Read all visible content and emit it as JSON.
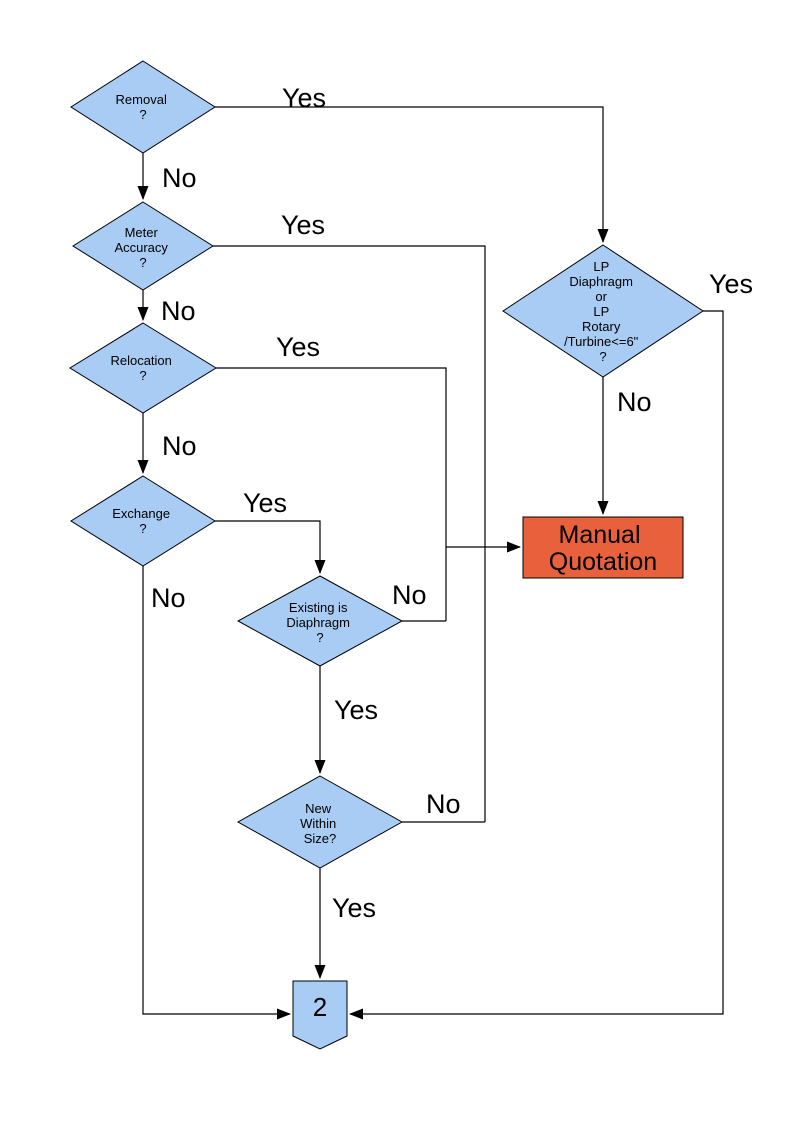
{
  "flowchart": {
    "colors": {
      "decision_fill": "#A8CCF4",
      "terminal_fill": "#E8613C",
      "connector_fill": "#A8CCF4",
      "line": "#000000",
      "text": "#000000",
      "background": "#FFFFFF"
    },
    "nodes": {
      "removal": {
        "type": "decision",
        "lines": [
          "Removal",
          "?"
        ]
      },
      "meter_accuracy": {
        "type": "decision",
        "lines": [
          "Meter",
          "Accuracy",
          "?"
        ]
      },
      "relocation": {
        "type": "decision",
        "lines": [
          "Relocation",
          "?"
        ]
      },
      "exchange": {
        "type": "decision",
        "lines": [
          "Exchange",
          "?"
        ]
      },
      "existing_is_diaphragm": {
        "type": "decision",
        "lines": [
          "Existing is",
          "Diaphragm",
          "?"
        ]
      },
      "new_within_size": {
        "type": "decision",
        "lines": [
          "New",
          "Within",
          "Size?"
        ]
      },
      "lp_meter_type": {
        "type": "decision",
        "lines": [
          "LP",
          "Diaphragm",
          "or",
          "LP",
          "Rotary",
          "/Turbine<=6\"",
          "?"
        ]
      },
      "manual_quotation": {
        "type": "process",
        "lines": [
          "Manual",
          "Quotation"
        ]
      },
      "page_connector": {
        "type": "offpage-connector",
        "label": "2"
      }
    },
    "edge_labels": {
      "removal_yes": "Yes",
      "removal_no": "No",
      "meter_accuracy_yes": "Yes",
      "meter_accuracy_no": "No",
      "relocation_yes": "Yes",
      "relocation_no": "No",
      "exchange_yes": "Yes",
      "exchange_no": "No",
      "existing_is_diaphragm_yes": "Yes",
      "existing_is_diaphragm_no": "No",
      "new_within_size_yes": "Yes",
      "new_within_size_no": "No",
      "lp_meter_type_yes": "Yes",
      "lp_meter_type_no": "No"
    }
  }
}
